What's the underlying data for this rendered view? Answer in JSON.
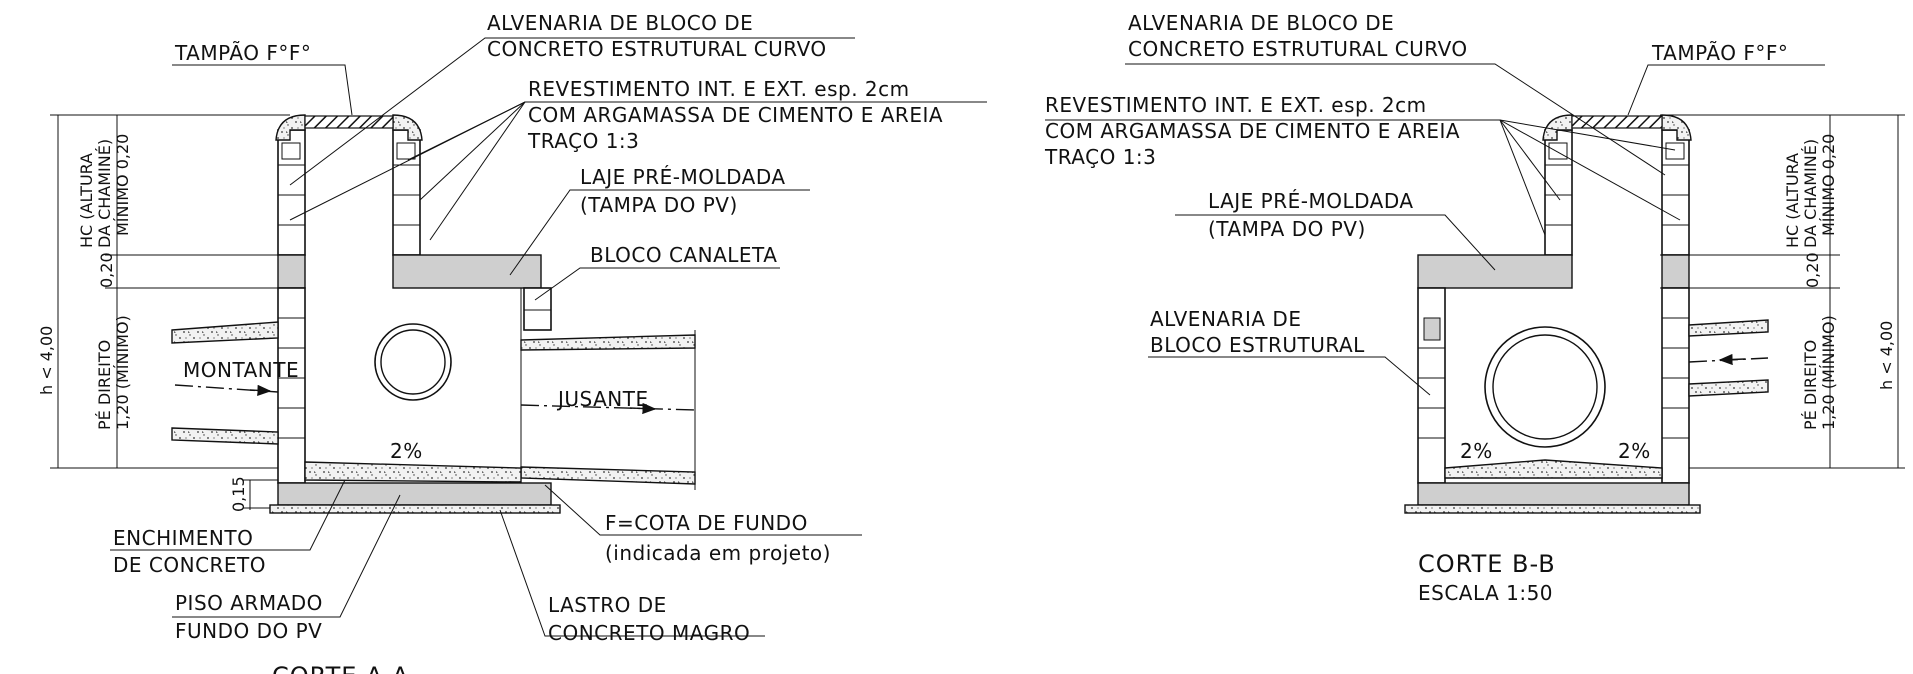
{
  "section_a": {
    "labels": {
      "tampao": "TAMPÃO F°F°",
      "alvenaria_curvo_1": "ALVENARIA DE BLOCO DE",
      "alvenaria_curvo_2": "CONCRETO ESTRUTURAL CURVO",
      "revestimento_1": "REVESTIMENTO INT. E EXT. esp. 2cm",
      "revestimento_2": "COM ARGAMASSA DE CIMENTO E AREIA",
      "revestimento_3": "TRAÇO 1:3",
      "laje_1": "LAJE PRÉ-MOLDADA",
      "laje_2": "(TAMPA DO PV)",
      "bloco_canaleta": "BLOCO CANALETA",
      "montante": "MONTANTE",
      "jusante": "JUSANTE",
      "slope": "2%",
      "cota_1": "F=COTA DE FUNDO",
      "cota_2": "(indicada em projeto)",
      "enchimento_1": "ENCHIMENTO",
      "enchimento_2": "DE CONCRETO",
      "piso_1": "PISO ARMADO",
      "piso_2": "FUNDO DO PV",
      "lastro_1": "LASTRO DE",
      "lastro_2": "CONCRETO MAGRO"
    },
    "dims": {
      "h": "h < 4,00",
      "hc_1": "HC (ALTURA",
      "hc_2": "DA CHAMINÉ)",
      "hc_3": "MÍNIMO 0,20",
      "laje_thk": "0,20",
      "pe_1": "PÉ DIREITO",
      "pe_2": "1,20 (MÍNIMO)",
      "base": "0,15"
    },
    "title": "CORTE A-A"
  },
  "section_b": {
    "labels": {
      "alvenaria_curvo_1": "ALVENARIA DE BLOCO DE",
      "alvenaria_curvo_2": "CONCRETO ESTRUTURAL CURVO",
      "tampao": "TAMPÃO F°F°",
      "revestimento_1": "REVESTIMENTO INT. E EXT. esp. 2cm",
      "revestimento_2": "COM ARGAMASSA DE CIMENTO E AREIA",
      "revestimento_3": "TRAÇO 1:3",
      "laje_1": "LAJE PRÉ-MOLDADA",
      "laje_2": "(TAMPA DO PV)",
      "alvenaria_1": "ALVENARIA DE",
      "alvenaria_2": "BLOCO ESTRUTURAL",
      "slope_left": "2%",
      "slope_right": "2%"
    },
    "dims": {
      "hc_1": "HC (ALTURA",
      "hc_2": "DA CHAMINÉ)",
      "hc_3": "MÍNIMO 0,20",
      "laje_thk": "0,20",
      "pe_1": "PÉ DIREITO",
      "pe_2": "1,20 (MÍNIMO)",
      "h": "h < 4,00"
    },
    "title": "CORTE B-B",
    "scale": "ESCALA 1:50"
  }
}
